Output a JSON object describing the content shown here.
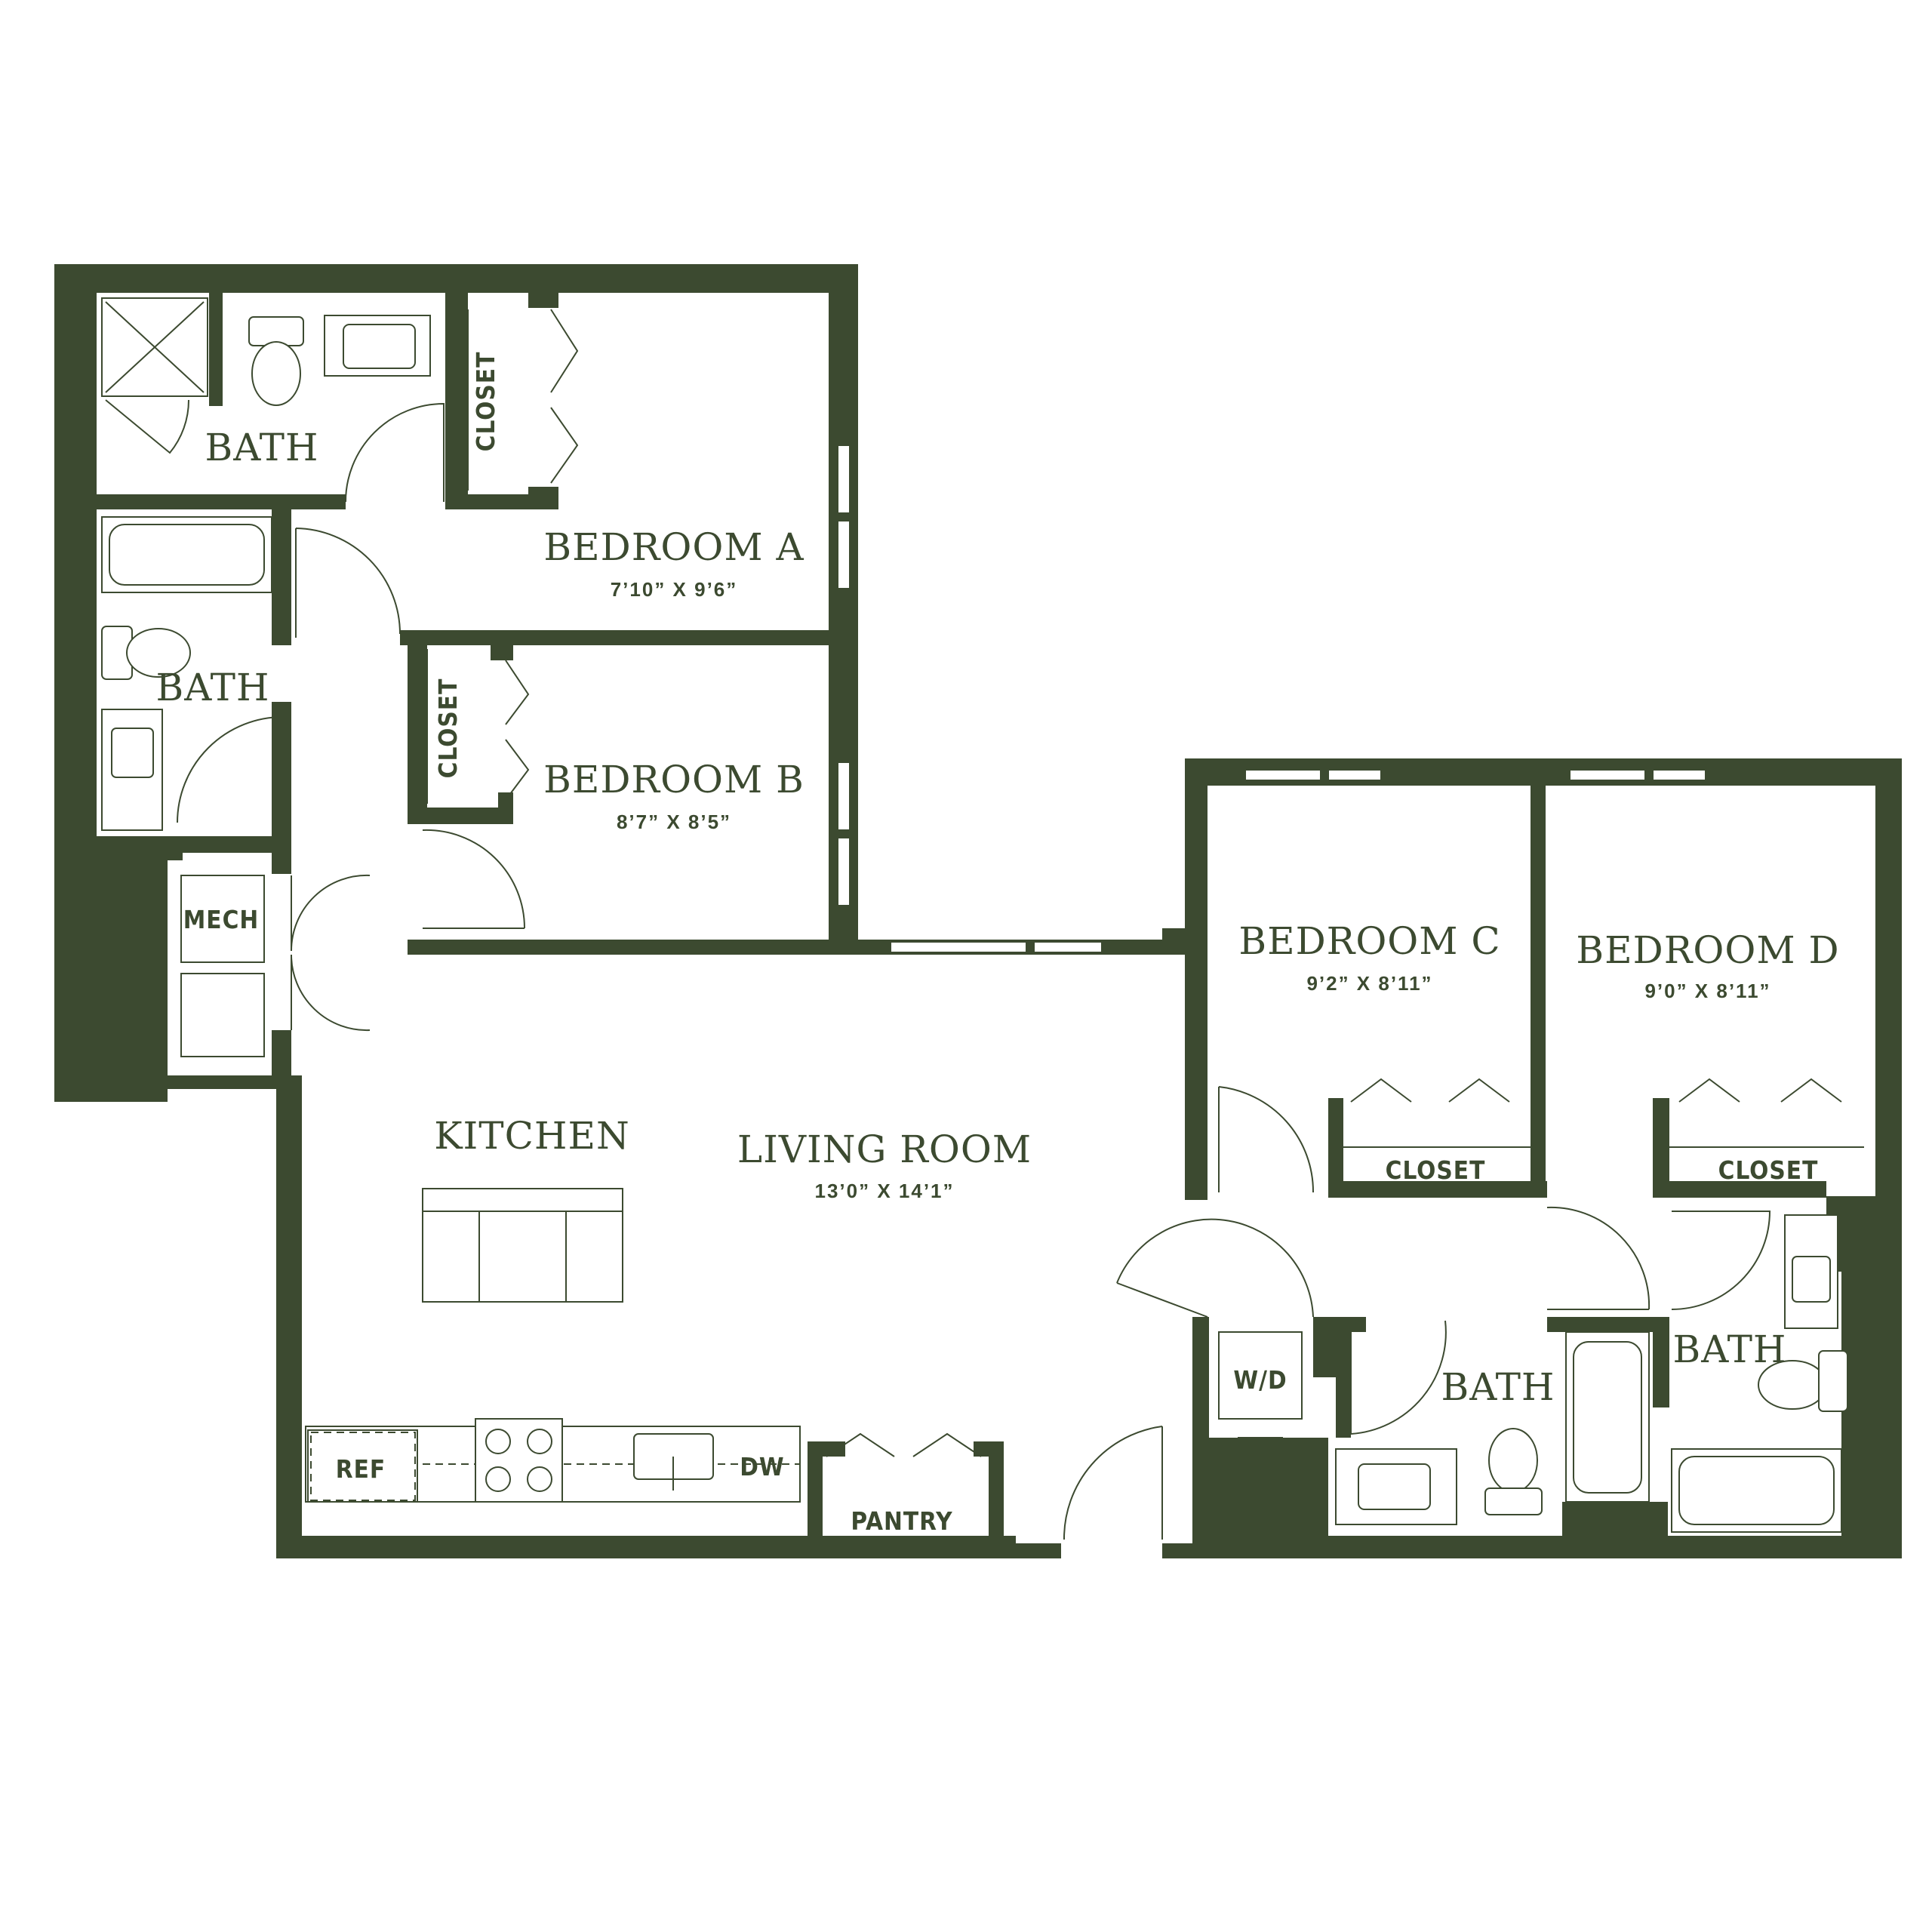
{
  "colors": {
    "wall": "#3c4a30",
    "background": "#ffffff"
  },
  "rooms": {
    "bath_top_left": {
      "name": "BATH"
    },
    "bath_left": {
      "name": "BATH"
    },
    "bedroom_a": {
      "name": "BEDROOM A",
      "dims": "7’10” X 9’6”"
    },
    "bedroom_b": {
      "name": "BEDROOM B",
      "dims": "8’7” X 8’5”"
    },
    "bedroom_c": {
      "name": "BEDROOM C",
      "dims": "9’2” X 8’11”"
    },
    "bedroom_d": {
      "name": "BEDROOM D",
      "dims": "9’0” X 8’11”"
    },
    "kitchen": {
      "name": "KITCHEN"
    },
    "living_room": {
      "name": "LIVING ROOM",
      "dims": "13’0” X 14’1”"
    },
    "bath_center": {
      "name": "BATH"
    },
    "bath_right": {
      "name": "BATH"
    }
  },
  "labels": {
    "closet_a": "CLOSET",
    "closet_b": "CLOSET",
    "closet_c": "CLOSET",
    "closet_d": "CLOSET",
    "mech": "MECH",
    "wd": "W/D",
    "ref": "REF",
    "dw": "DW",
    "pantry": "PANTRY"
  },
  "icons": [
    "door-swing-icon",
    "toilet-icon",
    "sink-icon",
    "bathtub-icon",
    "shower-icon",
    "cooktop-icon",
    "bifold-door-icon",
    "window-icon"
  ]
}
